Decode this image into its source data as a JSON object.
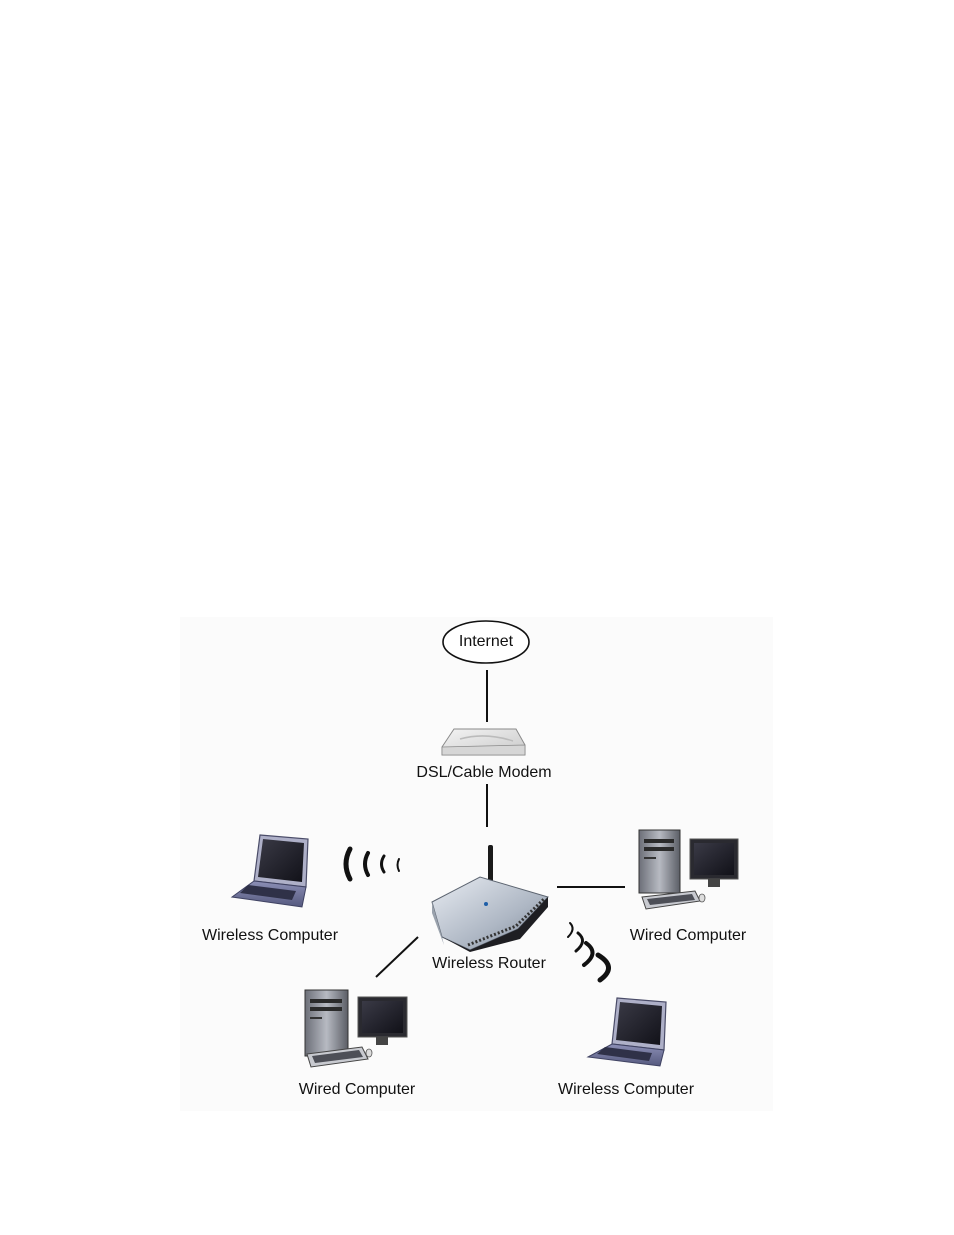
{
  "diagram": {
    "nodes": {
      "internet": {
        "label": "Internet"
      },
      "modem": {
        "label": "DSL/Cable Modem"
      },
      "router": {
        "label": "Wireless Router"
      },
      "wireless_left": {
        "label": "Wireless Computer"
      },
      "wired_right": {
        "label": "Wired Computer"
      },
      "wired_bottom": {
        "label": "Wired Computer"
      },
      "wireless_bottom": {
        "label": "Wireless Computer"
      }
    },
    "icons": {
      "modem": "modem-icon",
      "router": "wireless-router-icon",
      "laptop": "laptop-icon",
      "desktop": "desktop-computer-icon",
      "signal": "wireless-signal-icon"
    }
  }
}
